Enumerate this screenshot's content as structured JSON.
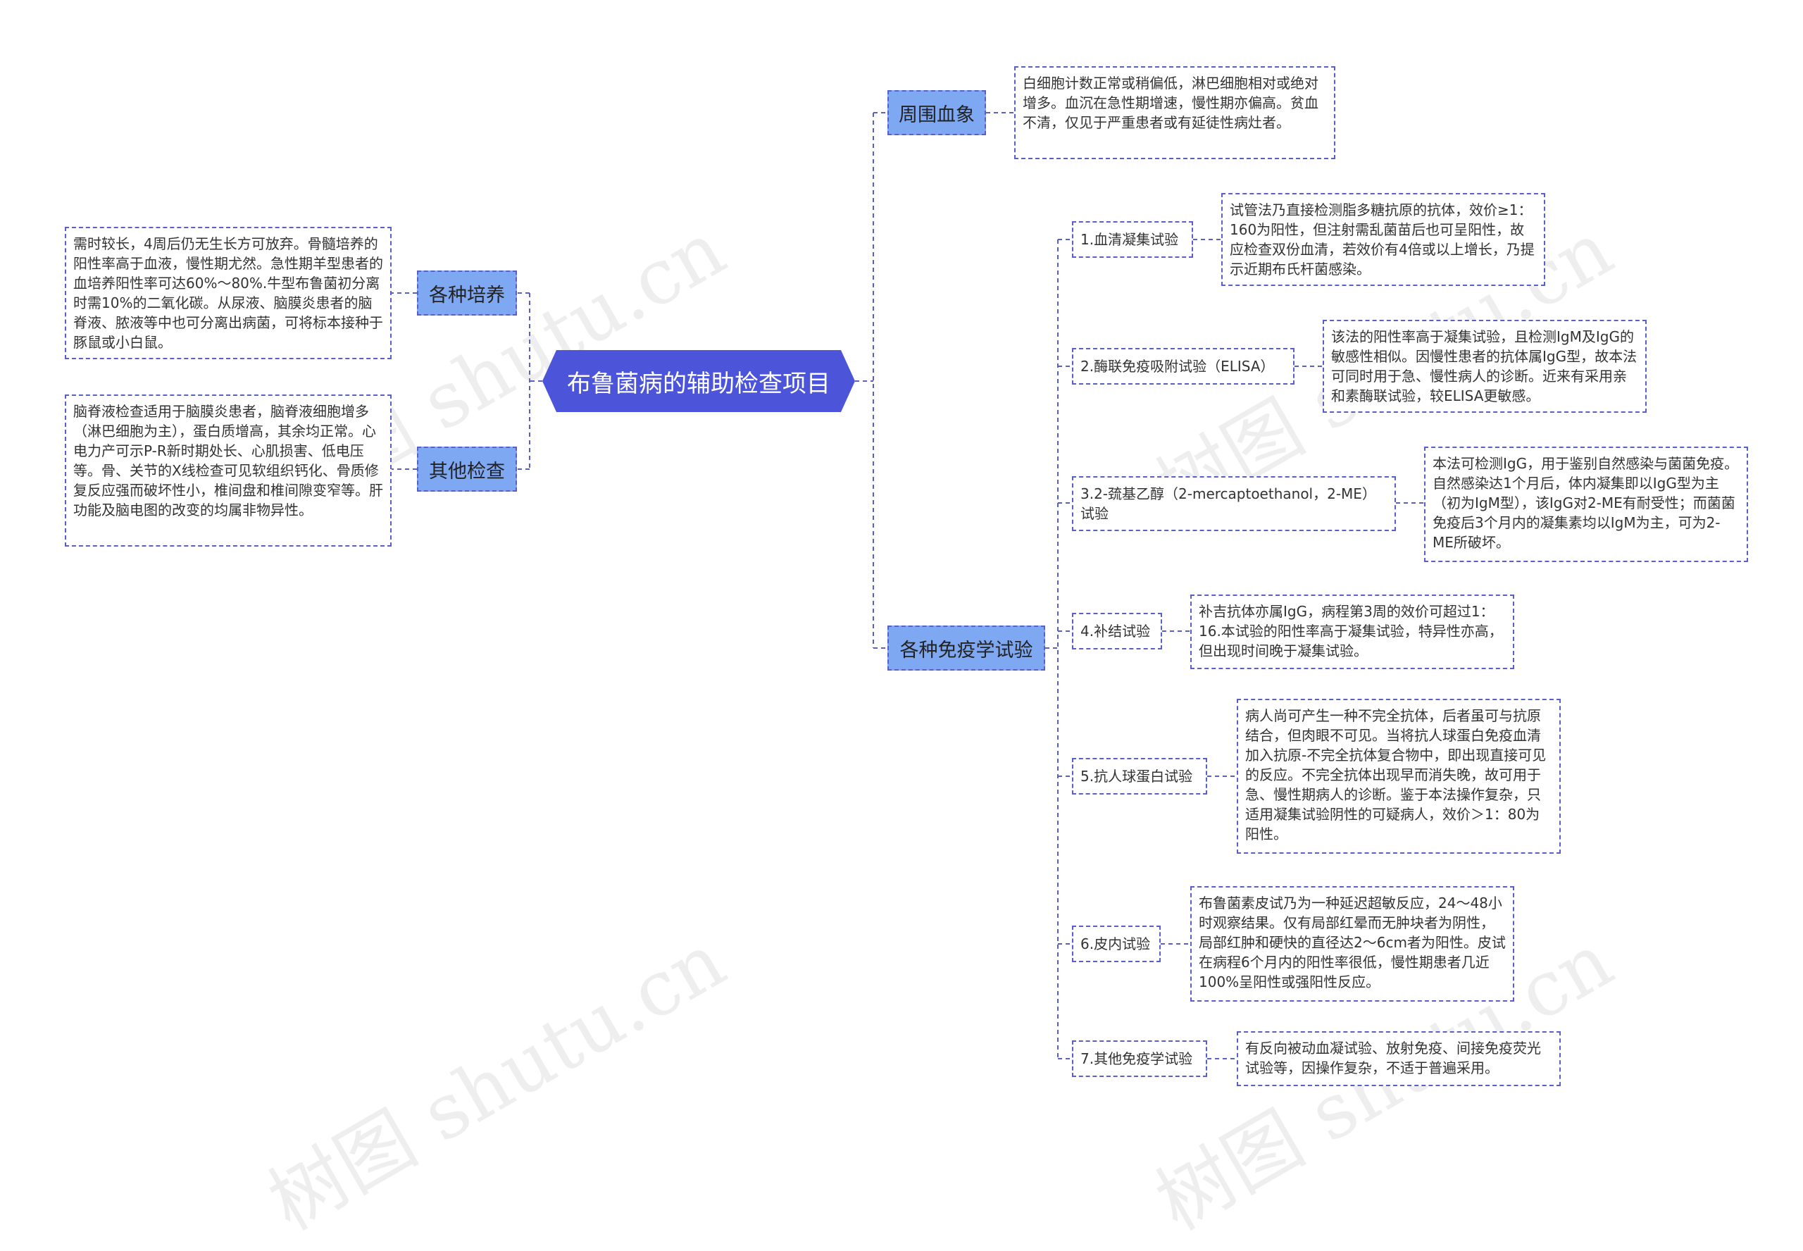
{
  "root": "布鲁菌病的辅助检查项目",
  "branches": {
    "peripheral": {
      "label": "周围血象",
      "text": "白细胞计数正常或稍偏低，淋巴细胞相对或绝对增多。血沉在急性期增速，慢性期亦偏高。贫血不清，仅见于严重患者或有延徒性病灶者。"
    },
    "culture": {
      "label": "各种培养",
      "text": " 需时较长，4周后仍无生长方可放弃。骨髓培养的阳性率高于血液，慢性期尤然。急性期羊型患者的血培养阳性率可达60%～80%.牛型布鲁菌初分离时需10%的二氧化碳。从尿液、脑膜炎患者的脑脊液、脓液等中也可分离出病菌，可将标本接种于豚鼠或小白鼠。"
    },
    "other": {
      "label": "其他检查",
      "text": "脑脊液检查适用于脑膜炎患者，脑脊液细胞增多（淋巴细胞为主），蛋白质增高，其余均正常。心电力产可示P-R新时期处长、心肌损害、低电压等。骨、关节的X线检查可见软组织钙化、骨质修复反应强而破坏性小，椎间盘和椎间隙变窄等。肝功能及脑电图的改变的均属非物异性。"
    },
    "immuno": {
      "label": "各种免疫学试验",
      "items": [
        {
          "label": "1.血清凝集试验",
          "text": " 试管法乃直接检测脂多糖抗原的抗体，效价≥1：160为阳性，但注射需乱菌苗后也可呈阳性，故应检查双份血清，若效价有4倍或以上增长，乃提示近期布氏杆菌感染。"
        },
        {
          "label": "2.酶联免疫吸附试验（ELISA）",
          "text": " 该法的阳性率高于凝集试验，且检测IgM及IgG的敏感性相似。因慢性患者的抗体属IgG型，故本法可同时用于急、慢性病人的诊断。近来有采用亲和素酶联试验，较ELISA更敏感。"
        },
        {
          "label": "3.2-巯基乙醇（2-mercaptoethanol，2-ME）试验",
          "text": " 本法可检测IgG，用于鉴别自然感染与菌菌免疫。自然感染达1个月后，体内凝集即以IgG型为主（初为IgM型），该IgG对2-ME有耐受性；而菌菌免疫后3个月内的凝集素均以IgM为主，可为2-ME所破坏。"
        },
        {
          "label": "4.补结试验",
          "text": "补吉抗体亦属IgG，病程第3周的效价可超过1：16.本试验的阳性率高于凝集试验，特异性亦高，但出现时间晚于凝集试验。"
        },
        {
          "label": "5.抗人球蛋白试验",
          "text": " 病人尚可产生一种不完全抗体，后者虽可与抗原结合，但肉眼不可见。当将抗人球蛋白免疫血清加入抗原-不完全抗体复合物中，即出现直接可见的反应。不完全抗体出现早而消失晚，故可用于急、慢性期病人的诊断。鉴于本法操作复杂，只适用凝集试验阴性的可疑病人，效价＞1：80为阳性。"
        },
        {
          "label": "6.皮内试验",
          "text": " 布鲁菌素皮试乃为一种延迟超敏反应，24～48小时观察结果。仅有局部红晕而无肿块者为阴性，局部红肿和硬快的直径达2～6cm者为阳性。皮试在病程6个月内的阳性率很低，慢性期患者几近100%呈阳性或强阳性反应。"
        },
        {
          "label": "7.其他免疫学试验",
          "text": " 有反向被动血凝试验、放射免疫、间接免疫荧光试验等，因操作复杂，不适于普遍采用。"
        }
      ]
    }
  },
  "watermark": "树图 shutu.cn",
  "colors": {
    "root": "#4c55d9",
    "category": "#7fa8f2",
    "border": "#5a5fc8"
  }
}
